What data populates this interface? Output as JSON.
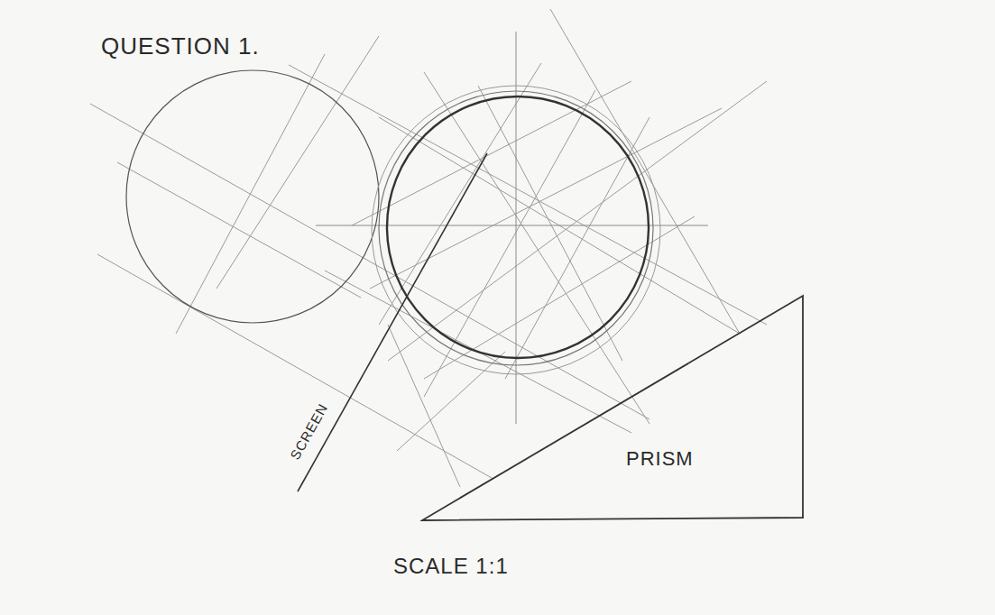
{
  "diagram": {
    "title": "QUESTION 1.",
    "nodes": [
      {
        "text": [
          "PRISM"
        ]
      }
    ],
    "labels": [
      "SCREEN",
      "SCALE 1:1"
    ]
  }
}
